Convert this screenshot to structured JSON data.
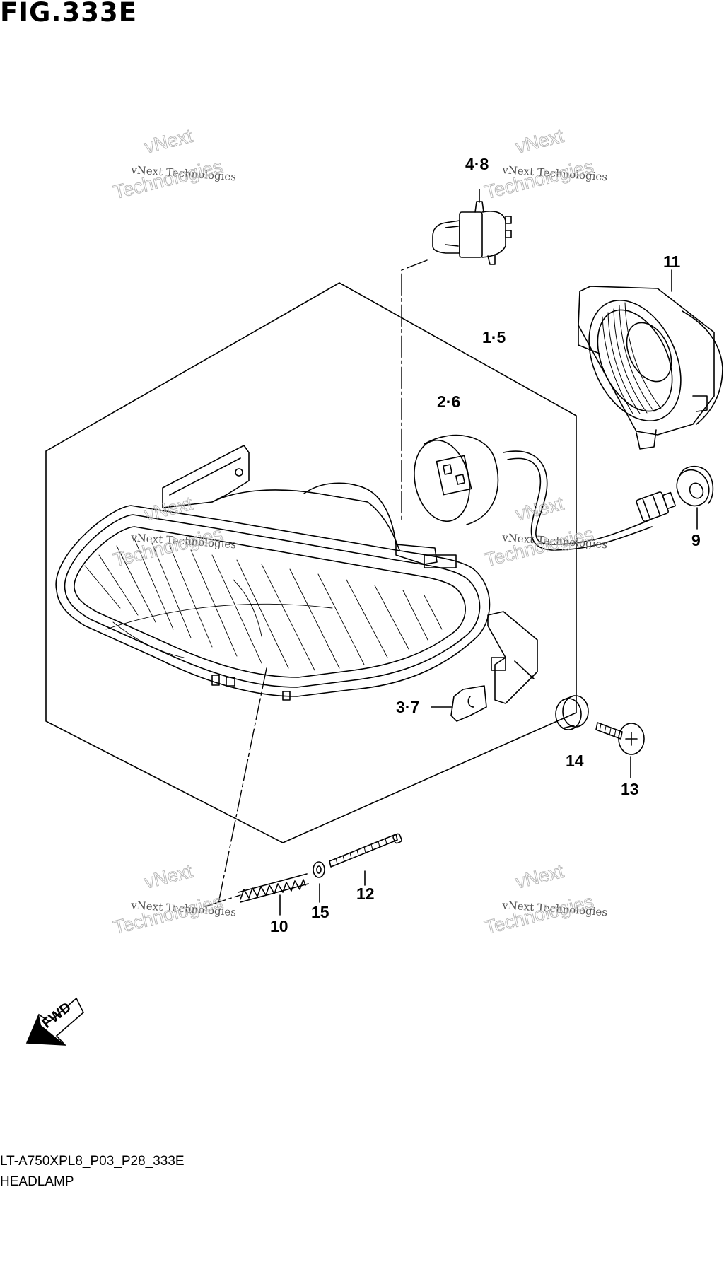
{
  "figure": {
    "title": "FIG.333E",
    "code": "LT-A750XPL8_P03_P28_333E",
    "name": "HEADLAMP"
  },
  "callouts": {
    "c48": "4·8",
    "c11": "11",
    "c15": "1·5",
    "c26": "2·6",
    "c9": "9",
    "c37": "3·7",
    "c14": "14",
    "c13": "13",
    "c12": "12",
    "c10": "10",
    "c15b": "15"
  },
  "watermark": {
    "line_small": "vNext Technologies",
    "line_big_1": "vNext",
    "line_big_2": "Technologies"
  },
  "fwd_label": "FWD"
}
